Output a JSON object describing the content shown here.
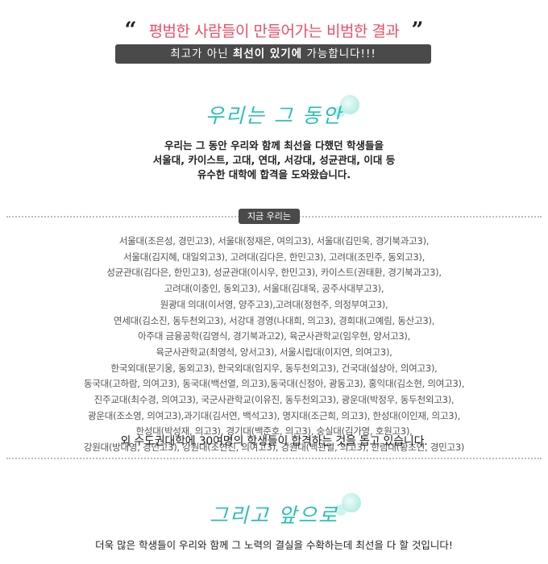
{
  "slogan": {
    "open_quote": "“",
    "text": "평범한 사람들이 만들어가는 비범한 결과",
    "close_quote": "”"
  },
  "banner": {
    "prefix": "최고가 아닌 ",
    "bold": "최선이 있기에",
    "suffix": " 가능합니다!!!"
  },
  "section1": {
    "heading": "우리는 그 동안",
    "intro_lines": [
      "우리는 그 동안 우리와 함께 최선을 다했던 학생들을",
      "서울대, 카이스트, 고대, 연대, 서강대, 성균관대, 이대 등",
      "유수한 대학에 합격을 도와왔습니다."
    ]
  },
  "section2": {
    "pill": "지금 우리는",
    "lines": [
      "서울대(조은성, 경민고3), 서울대(정재은, 여의고3), 서울대(김민욱, 경기북과고3),",
      "서울대(김지혜, 대일외고3), 고려대(김다은, 한민고3), 고려대(조민주, 동외고3),",
      "성균관대(김다은, 한민고3), 성균관대(이시우, 한민고3), 카이스트(권태환, 경기북과고3),",
      "고려대(이충인, 동외고3), 서울대(김대욱, 공주사대부고3),",
      "원광대 의대(이서영, 양주고3),고려대(정현주, 의정부여고3),",
      "연세대(김소진, 동두천외고3), 서강대 경영(나대희, 의고3), 경희대(고예림, 동산고3),",
      "아주대 금융공학(김영식, 경기북과고2), 육군사관학교(임우현, 양서고3),",
      "육군사관학교(최영석, 양서고3), 서울시립대(이지연, 의여고3),",
      "한국외대(문기웅, 동외고3), 한국외대(임지우, 동두천외고3), 건국대(설상아, 의여고3),",
      "동국대(고하람, 의여고3), 동국대(백선열, 의고3),동국대(신정아, 광동고3), 홍익대(김소현, 의여고3),",
      "진주교대(최수경, 의여고3), 국군사관학교(이유진, 동두천외고3), 광운대(박정우, 동두천외고3),",
      "광운대(조소영, 의여고3),과기대(김서연, 백석고3), 명지대(조근희, 의고3), 한성대(이인재, 의고3),",
      "한성대(박성재, 의고3), 경기대(백준호, 의고3), 숭실대(김가영, 호원고3),",
      "강원대(방대영, 경민고3), 강원대(조연진, 의여고3), 강원대(백관열, 의고3), 한림대(황초연, 경민고3)"
    ],
    "summary": "외 수도권대학에 30여명의 학생들이 합격하는 것을 돕고 있습니다."
  },
  "section3": {
    "heading": "그리고 앞으로",
    "closing": "더욱 많은 학생들이 우리와 함께 그 노력의 결실을 수확하는데 최선을 다 할 것입니다!"
  },
  "colors": {
    "accent_pink": "#ea4f68",
    "accent_teal": "#2bbfb2",
    "banner_bg": "#4a4a4a"
  }
}
